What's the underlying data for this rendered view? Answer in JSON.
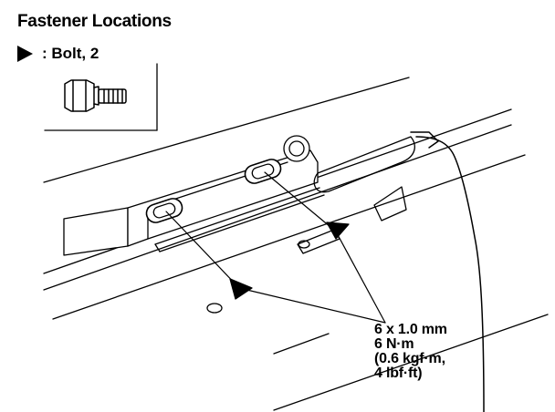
{
  "header": {
    "title": "Fastener Locations"
  },
  "legend": {
    "symbol": "filled-triangle-arrow",
    "text": ": Bolt, 2"
  },
  "spec": {
    "lines": [
      "6 x 1.0 mm",
      "6 N·m",
      "(0.6 kgf·m,",
      "4 lbf·ft)"
    ]
  },
  "colors": {
    "ink": "#000000",
    "paper": "#ffffff"
  }
}
